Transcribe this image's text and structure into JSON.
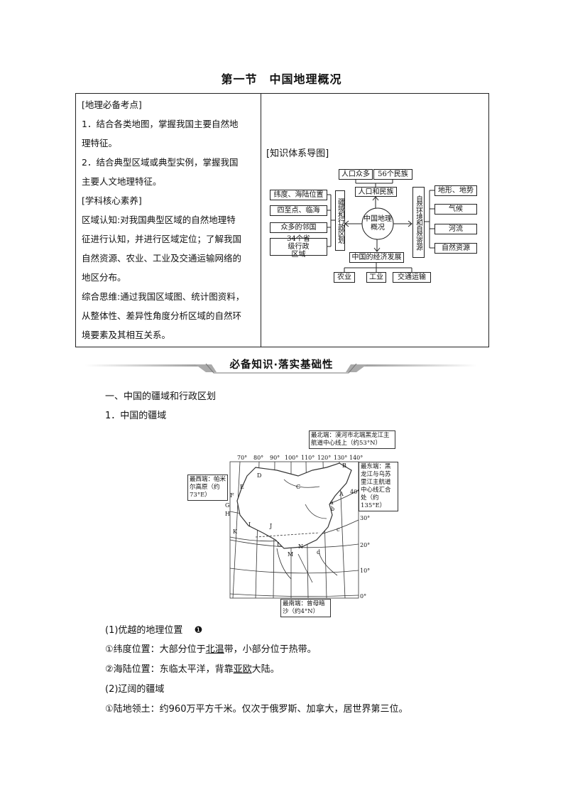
{
  "title": "第一节　中国地理概况",
  "left_column": {
    "lines": [
      "[地理必备考点]",
      "1．结合各类地图，掌握我国主要自然地",
      "理特征。",
      "2．结合典型区域或典型实例，掌握我国",
      "主要人文地理特征。",
      "[学科核心素养]",
      "区域认知:对我国典型区域的自然地理特",
      "征进行认知，并进行区域定位；了解我国",
      "自然资源、农业、工业及交通运输网络的",
      "地区分布。",
      "综合思维:通过我国区域图、统计图资料，",
      "从整体性、差异性角度分析区域的自然环",
      "境要素及其相互关系。"
    ]
  },
  "mind_map": {
    "heading": "[知识体系导图]",
    "center": "中国地理概况",
    "top_children": [
      "人口众多",
      "56个民族"
    ],
    "top": "人口和民族",
    "left": "疆域和行政区划",
    "left_children": [
      "纬度、海陆位置",
      "四至点、临海",
      "众多的邻国",
      "34个省级行政区域"
    ],
    "right": "自然环境和自然资源",
    "right_children": [
      "地形、地势",
      "气候",
      "河流",
      "自然资源"
    ],
    "bottom": "中国的经济发展",
    "bottom_children": [
      "农业",
      "工业",
      "交通运输"
    ]
  },
  "section_band": "必备知识·落实基础性",
  "section_heading": "一、中国的疆域和行政区划",
  "subheading": "1．中国的疆域",
  "map": {
    "longitudes": [
      "70°",
      "80°",
      "90°",
      "100°",
      "110°",
      "120°",
      "130°",
      "140°"
    ],
    "latitudes": [
      "40°",
      "30°",
      "20°",
      "10°",
      "0°"
    ],
    "letters": [
      "A",
      "B",
      "C",
      "D",
      "E",
      "F",
      "G",
      "H",
      "I",
      "J",
      "K",
      "L",
      "M",
      "N",
      "a",
      "b",
      "c",
      "d"
    ],
    "callout_north": "最北端：漠河市北端黑龙江主航道中心线上（约53°N）",
    "callout_west": "最西端：帕米尔高原（约73°E）",
    "callout_east": "最东端：黑龙江与乌苏里江主航道中心线汇合处（约135°E）",
    "callout_south": "最南端：曾母暗沙（约4°N）"
  },
  "content": {
    "p1": "(1)优越的地理位置",
    "p1_marker": "❶",
    "p2_pre": "①纬度位置：大部分位于",
    "p2_u": "北温",
    "p2_post": "带，小部分位于热带。",
    "p3_pre": "②海陆位置：东临太平洋，背靠",
    "p3_u": "亚欧",
    "p3_post": "大陆。",
    "p4": "(2)辽阔的疆域",
    "p5": "①陆地领土：约960万平方千米。仅次于俄罗斯、加拿大，居世界第三位。"
  }
}
